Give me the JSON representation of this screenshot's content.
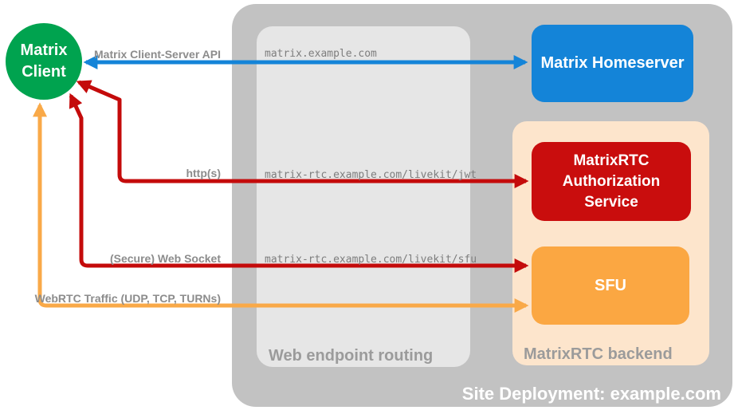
{
  "colors": {
    "green": "#00A34F",
    "blue": "#1484D8",
    "red": "#C40B0B",
    "red_box": "#C90D0D",
    "orange_box": "#FBA742",
    "orange": "#F9A948",
    "peach": "#FDE5CC",
    "outer_gray": "#C2C2C2",
    "inner_gray": "#E6E6E6"
  },
  "nodes": {
    "client": {
      "label": "Matrix Client"
    },
    "homeserver": {
      "label": "Matrix Homeserver"
    },
    "auth_service": {
      "label": "MatrixRTC Authorization Service"
    },
    "sfu": {
      "label": "SFU"
    }
  },
  "containers": {
    "site": {
      "label": "Site Deployment: example.com"
    },
    "routing": {
      "label": "Web endpoint routing"
    },
    "backend": {
      "label": "MatrixRTC backend"
    }
  },
  "arrows": {
    "cs_api": {
      "label": "Matrix Client-Server API",
      "color": "#1484D8"
    },
    "https": {
      "label": "http(s)",
      "color": "#C40B0B"
    },
    "websocket": {
      "label": "(Secure) Web Socket",
      "color": "#C40B0B"
    },
    "webrtc": {
      "label": "WebRTC Traffic (UDP, TCP, TURNs)",
      "color": "#F9A948"
    }
  },
  "endpoints": {
    "homeserver": "matrix.example.com",
    "jwt": "matrix-rtc.example.com/livekit/jwt",
    "sfu": "matrix-rtc.example.com/livekit/sfu"
  }
}
